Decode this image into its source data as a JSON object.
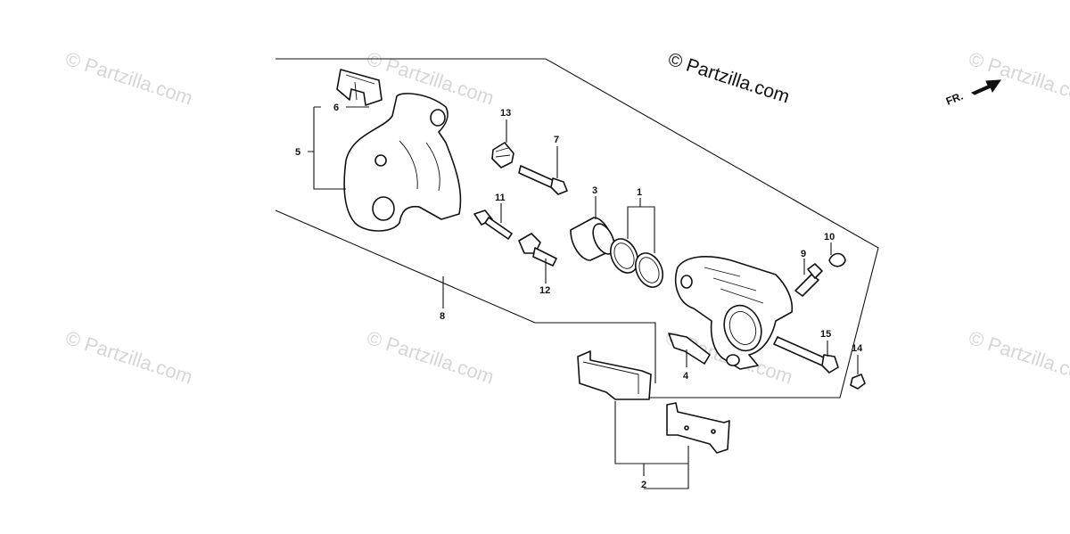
{
  "watermark_text": "© Partzilla.com",
  "copyright": "© Partzilla.com",
  "direction_label": "FR.",
  "callouts": {
    "c1": "1",
    "c2": "2",
    "c3": "3",
    "c4": "4",
    "c5": "5",
    "c6": "6",
    "c7": "7",
    "c8": "8",
    "c9": "9",
    "c10": "10",
    "c11": "11",
    "c12": "12",
    "c13": "13",
    "c14": "14",
    "c15": "15"
  }
}
